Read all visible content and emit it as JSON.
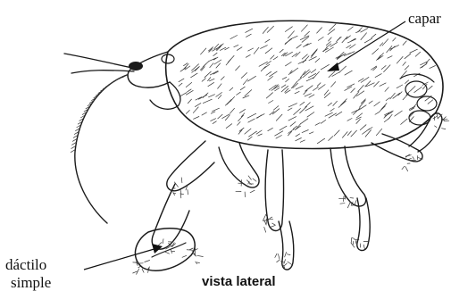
{
  "labels": {
    "carapace": "capar",
    "dactyl_line1": "dáctilo",
    "dactyl_line2": "simple",
    "view": "vista lateral"
  },
  "colors": {
    "ink": "#1a1a1a",
    "background": "#ffffff"
  }
}
